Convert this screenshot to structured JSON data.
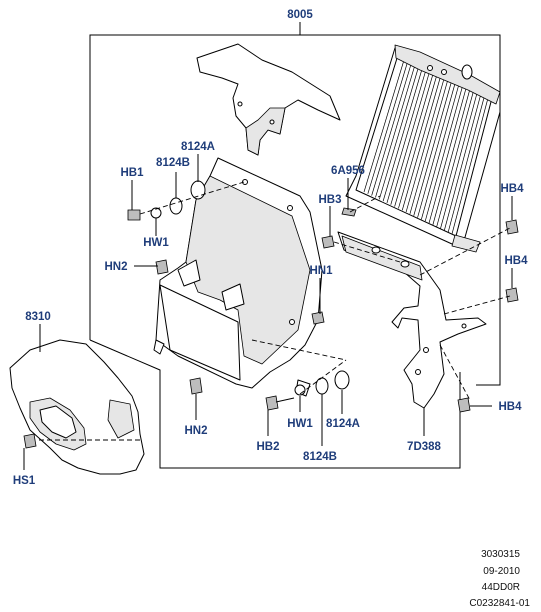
{
  "callouts": {
    "c8005": "8005",
    "c8124A_top": "8124A",
    "c8124B_top": "8124B",
    "cHB1": "HB1",
    "cHW1_left": "HW1",
    "cHN2_left": "HN2",
    "c6A956": "6A956",
    "cHB3": "HB3",
    "cHB4_top": "HB4",
    "cHB4_mid": "HB4",
    "cHN1": "HN1",
    "c8310": "8310",
    "cHS1": "HS1",
    "cHN2_bottom": "HN2",
    "cHB2": "HB2",
    "cHW1_bottom": "HW1",
    "c8124A_bottom": "8124A",
    "c8124B_bottom": "8124B",
    "c7D388": "7D388",
    "cHB4_bottom": "HB4"
  },
  "footer": {
    "line1": "3030315",
    "line2": "09-2010",
    "line3": "44DD0R",
    "line4": "C0232841-01"
  },
  "colors": {
    "callout_text": "#1f3d7a",
    "line": "#000000",
    "background": "#ffffff"
  }
}
